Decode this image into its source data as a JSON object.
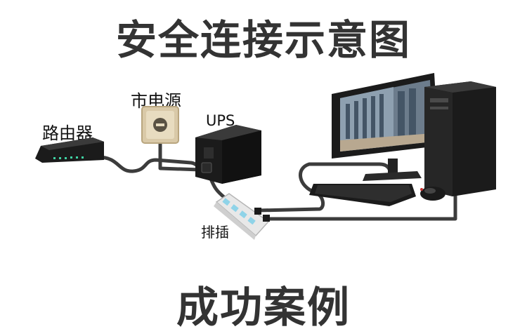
{
  "title": "安全连接示意图",
  "footer": "成功案例",
  "labels": {
    "mains": "市电源",
    "ups": "UPS",
    "router": "路由器",
    "power_strip": "排插"
  },
  "colors": {
    "text": "#333333",
    "cable": "#3c3c3c",
    "device_dark": "#1b1b1b",
    "outlet": "#d9c9a8",
    "strip": "#e8e8e8",
    "strip_socket": "#8fd3e8"
  }
}
